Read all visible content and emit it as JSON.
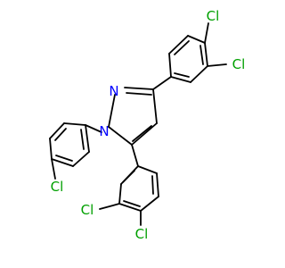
{
  "molecule": {
    "atoms": [
      {
        "id": "N2",
        "symbol": "N",
        "color": "#0000ff"
      },
      {
        "id": "N1",
        "symbol": "N",
        "color": "#0000ff"
      },
      {
        "id": "Cl_a",
        "symbol": "Cl",
        "color": "#00a000"
      },
      {
        "id": "Cl_b",
        "symbol": "Cl",
        "color": "#00a000"
      },
      {
        "id": "Cl_c",
        "symbol": "Cl",
        "color": "#00a000"
      },
      {
        "id": "Cl_d",
        "symbol": "Cl",
        "color": "#00a000"
      },
      {
        "id": "Cl_e",
        "symbol": "Cl",
        "color": "#00a000"
      }
    ],
    "bond_color": "#000000"
  }
}
